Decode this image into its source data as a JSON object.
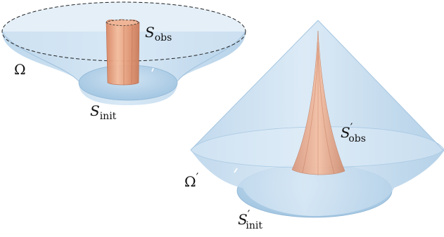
{
  "labels": {
    "omega": {
      "main": "Ω"
    },
    "omega_prime": {
      "main": "Ω",
      "prime": "′"
    },
    "s_obs": {
      "main": "S",
      "sub": "obs"
    },
    "s_init": {
      "main": "S",
      "sub": "init"
    },
    "s_obs_prime": {
      "main": "S",
      "prime": "′",
      "sub": "obs"
    },
    "s_init_prime": {
      "main": "S",
      "prime": "′",
      "sub": "init"
    }
  },
  "colors": {
    "domain_fill": "#bcd8ee",
    "domain_edge": "#8fb6d6",
    "obstacle_fill": "#e8a07c",
    "obstacle_edge": "#b8694a",
    "text": "#111111"
  },
  "style": {
    "boundary_dashed": true
  }
}
